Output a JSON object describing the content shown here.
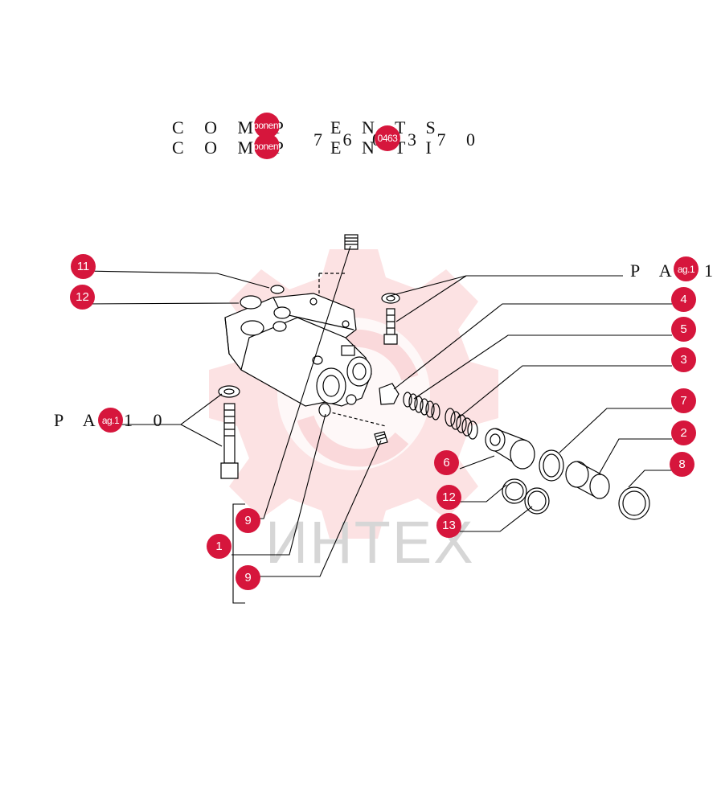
{
  "header": {
    "line1_text": "C O M P",
    "line1_text_b": "E N T S",
    "line2_text": "C O M P",
    "line2_text_b": "E N T I",
    "code_a": "7 6 0",
    "code_b": "3 7 0",
    "tag_component_1": "ponent",
    "tag_component_2": "ponent",
    "tag_code": "0463"
  },
  "references": {
    "top_right_prefix": "P A",
    "top_right_suffix": "1",
    "top_right_tag": "ag.1",
    "left_prefix": "P A",
    "left_suffix": "1 0",
    "left_tag": "ag.1"
  },
  "callouts": [
    "11",
    "12",
    "4",
    "5",
    "3",
    "7",
    "2",
    "6",
    "8",
    "12",
    "13",
    "9",
    "1",
    "9"
  ],
  "watermark": {
    "text": "ИНТЕХ",
    "color": "#e8313a"
  },
  "colors": {
    "callout": "#d6163c",
    "line": "#000000"
  }
}
